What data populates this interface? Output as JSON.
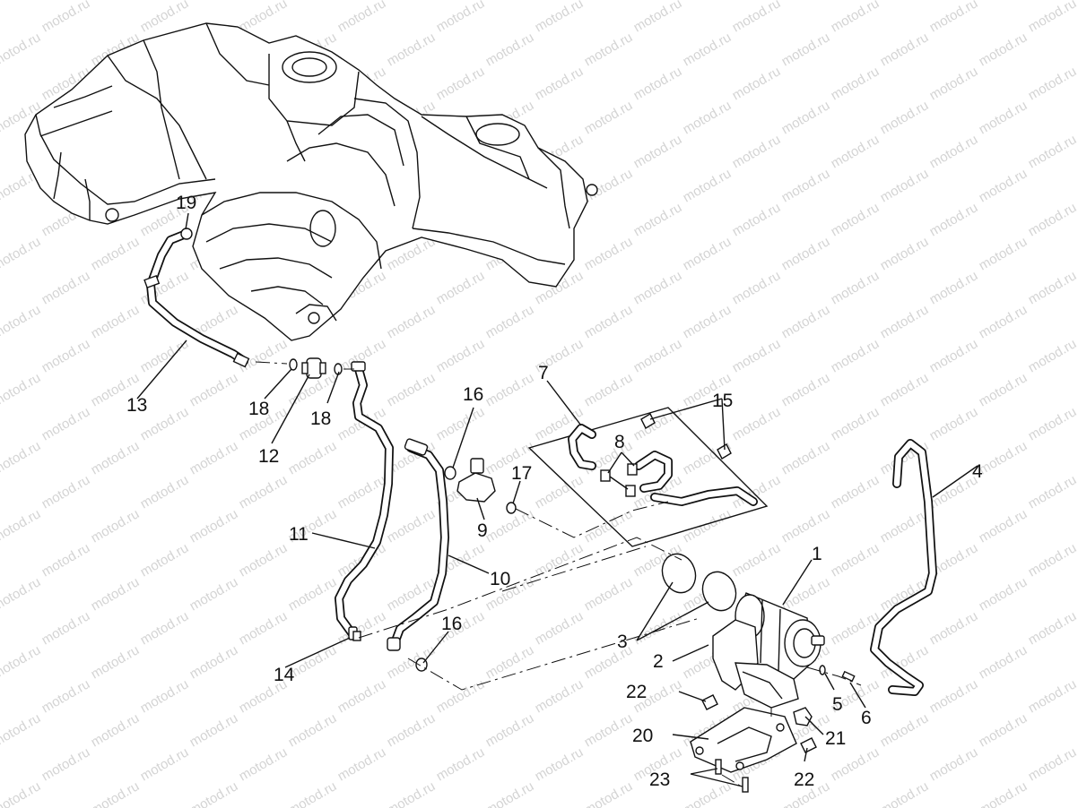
{
  "watermark": {
    "text": "motod.ru",
    "color": "#d4d4d4"
  },
  "line_color": "#111111",
  "callouts": [
    {
      "id": "c1",
      "text": "1"
    },
    {
      "id": "c2",
      "text": "2"
    },
    {
      "id": "c3",
      "text": "3"
    },
    {
      "id": "c4",
      "text": "4"
    },
    {
      "id": "c5",
      "text": "5"
    },
    {
      "id": "c6",
      "text": "6"
    },
    {
      "id": "c7",
      "text": "7"
    },
    {
      "id": "c8",
      "text": "8"
    },
    {
      "id": "c9",
      "text": "9"
    },
    {
      "id": "c10",
      "text": "10"
    },
    {
      "id": "c11",
      "text": "11"
    },
    {
      "id": "c12",
      "text": "12"
    },
    {
      "id": "c13",
      "text": "13"
    },
    {
      "id": "c14",
      "text": "14"
    },
    {
      "id": "c15",
      "text": "15"
    },
    {
      "id": "c16a",
      "text": "16"
    },
    {
      "id": "c16b",
      "text": "16"
    },
    {
      "id": "c17",
      "text": "17"
    },
    {
      "id": "c18a",
      "text": "18"
    },
    {
      "id": "c18b",
      "text": "18"
    },
    {
      "id": "c19",
      "text": "19"
    },
    {
      "id": "c20",
      "text": "20"
    },
    {
      "id": "c21",
      "text": "21"
    },
    {
      "id": "c22a",
      "text": "22"
    },
    {
      "id": "c22b",
      "text": "22"
    },
    {
      "id": "c23",
      "text": "23"
    }
  ]
}
